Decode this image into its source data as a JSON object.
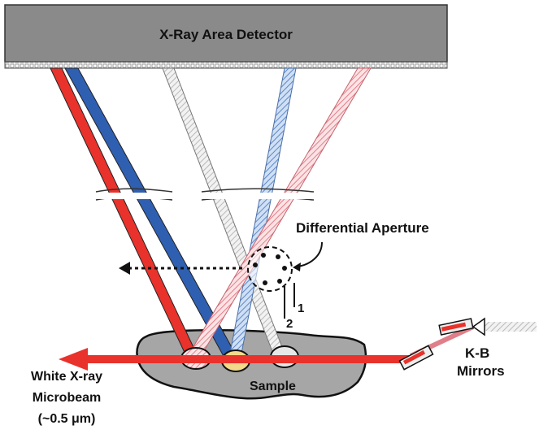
{
  "detector": {
    "label": "X-Ray Area Detector"
  },
  "labels": {
    "differential_aperture": "Differential Aperture",
    "path_1": "1",
    "path_2": "2",
    "sample": "Sample",
    "kb_line1": "K-B",
    "kb_line2": "Mirrors",
    "beam_line1": "White X-ray",
    "beam_line2": "Microbeam",
    "beam_line3": "(~0.5 μm)"
  },
  "colors": {
    "red": "#e8322b",
    "blue": "#2f5fb0",
    "light_blue": "#a9c4ea",
    "pink": "#eda1a8",
    "light_gray": "#d9d9d9",
    "detector_gray": "#8a8a8a",
    "sample_gray": "#aaaaaa",
    "grain_yellow": "#f3d98a"
  }
}
